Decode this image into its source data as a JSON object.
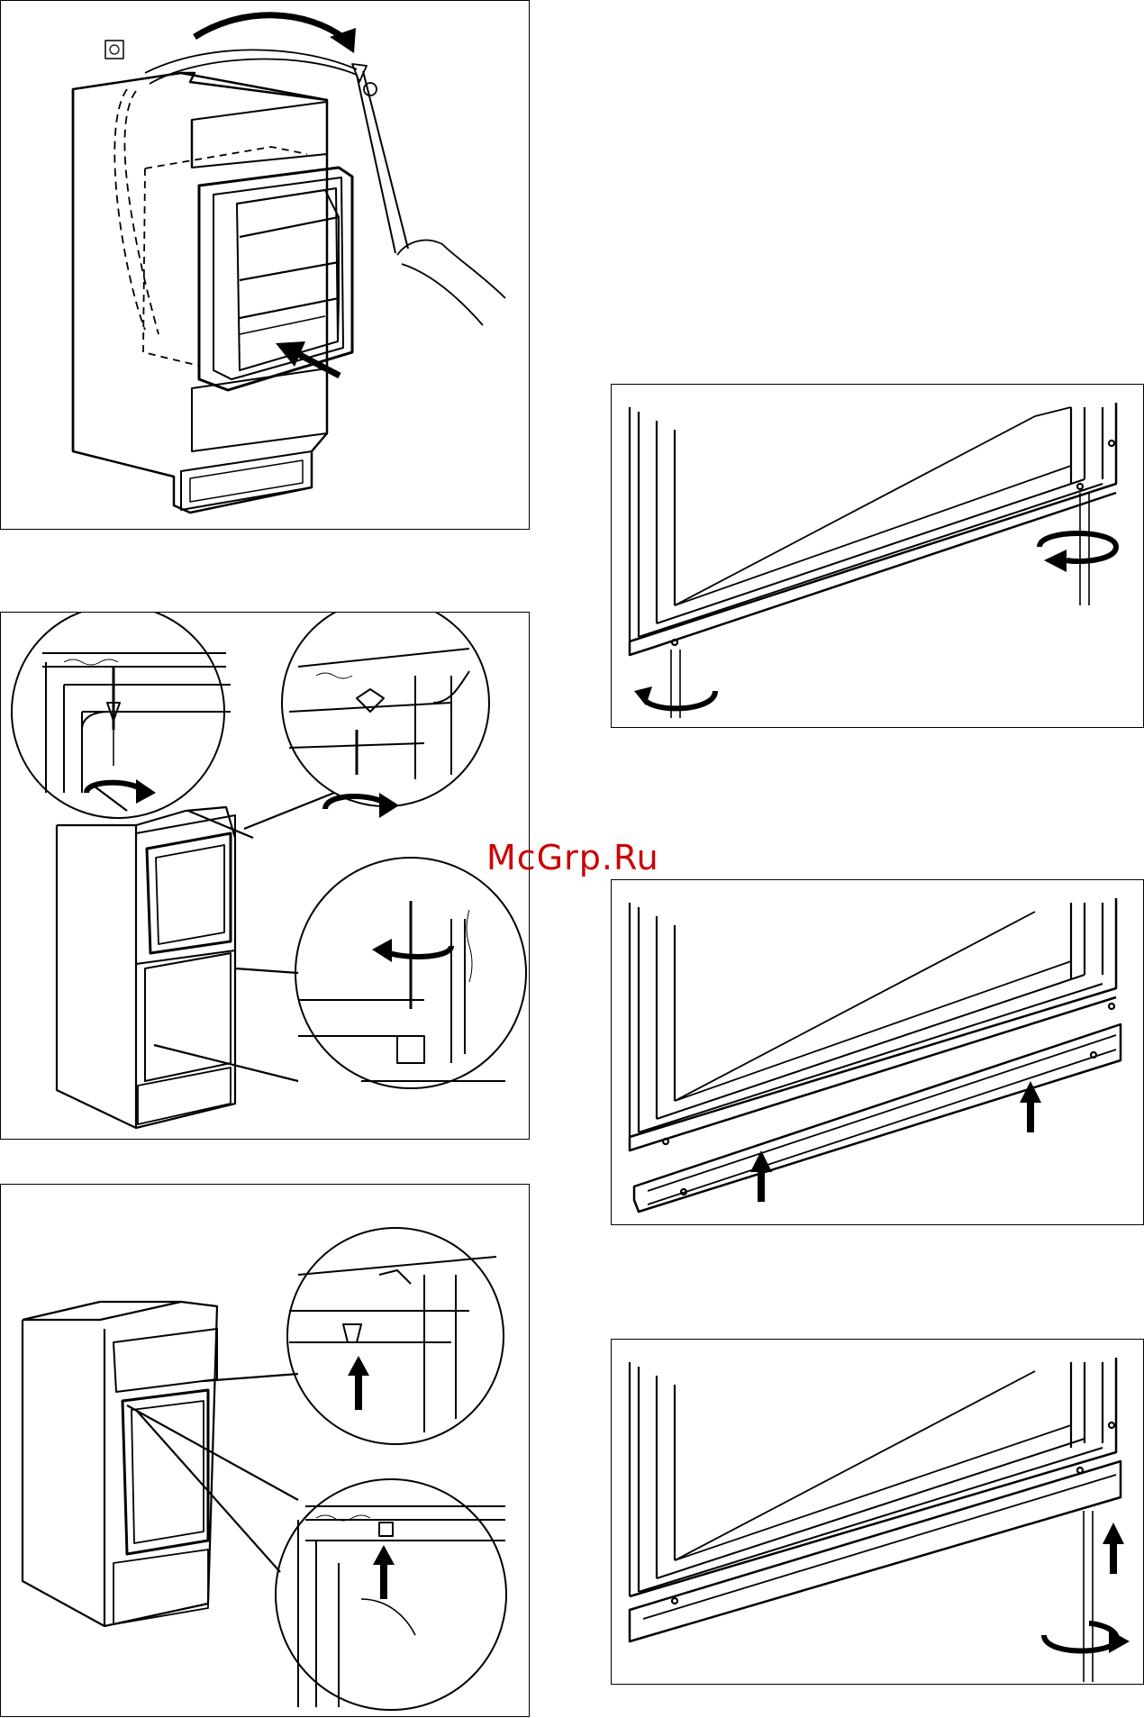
{
  "watermark": {
    "text": "McGrp.Ru",
    "color": "#cc0000"
  },
  "panels": [
    {
      "id": "p1",
      "subject": "cabinet-insert-appliance-with-cord"
    },
    {
      "id": "p2",
      "subject": "fixing-screws-top-and-bottom-with-zoom-circles"
    },
    {
      "id": "p3",
      "subject": "brackets-pushed-up-zoom-circles"
    },
    {
      "id": "p4",
      "subject": "door-bottom-rail-unscrew"
    },
    {
      "id": "p5",
      "subject": "door-bottom-rail-push-up"
    },
    {
      "id": "p6",
      "subject": "door-bottom-rail-tighten"
    }
  ]
}
